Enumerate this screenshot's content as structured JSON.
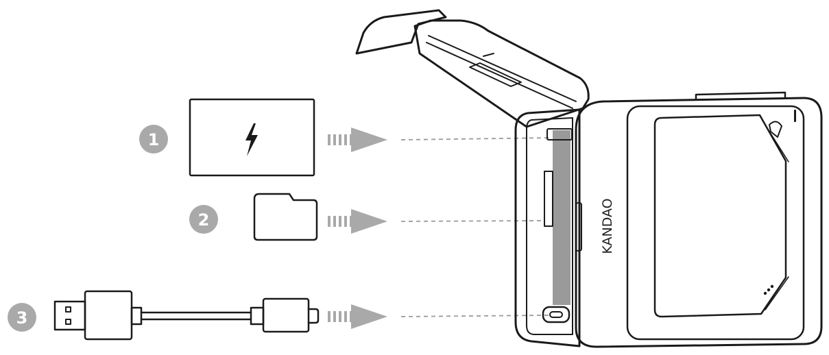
{
  "colors": {
    "badge": "#a9a9a9",
    "arrow": "#a9a9a9",
    "outline": "#1a1a1a",
    "dashed": "#9a9a9a",
    "slot_fill": "#9a9a9a",
    "background": "#ffffff"
  },
  "steps": [
    {
      "number": "1",
      "item": "battery",
      "icon": "lightning-bolt-icon"
    },
    {
      "number": "2",
      "item": "microsd-card",
      "icon": "microsd-card-icon"
    },
    {
      "number": "3",
      "item": "usb-cable",
      "icon": "usb-cable-icon"
    }
  ],
  "device": {
    "brand": "KANDAO"
  }
}
